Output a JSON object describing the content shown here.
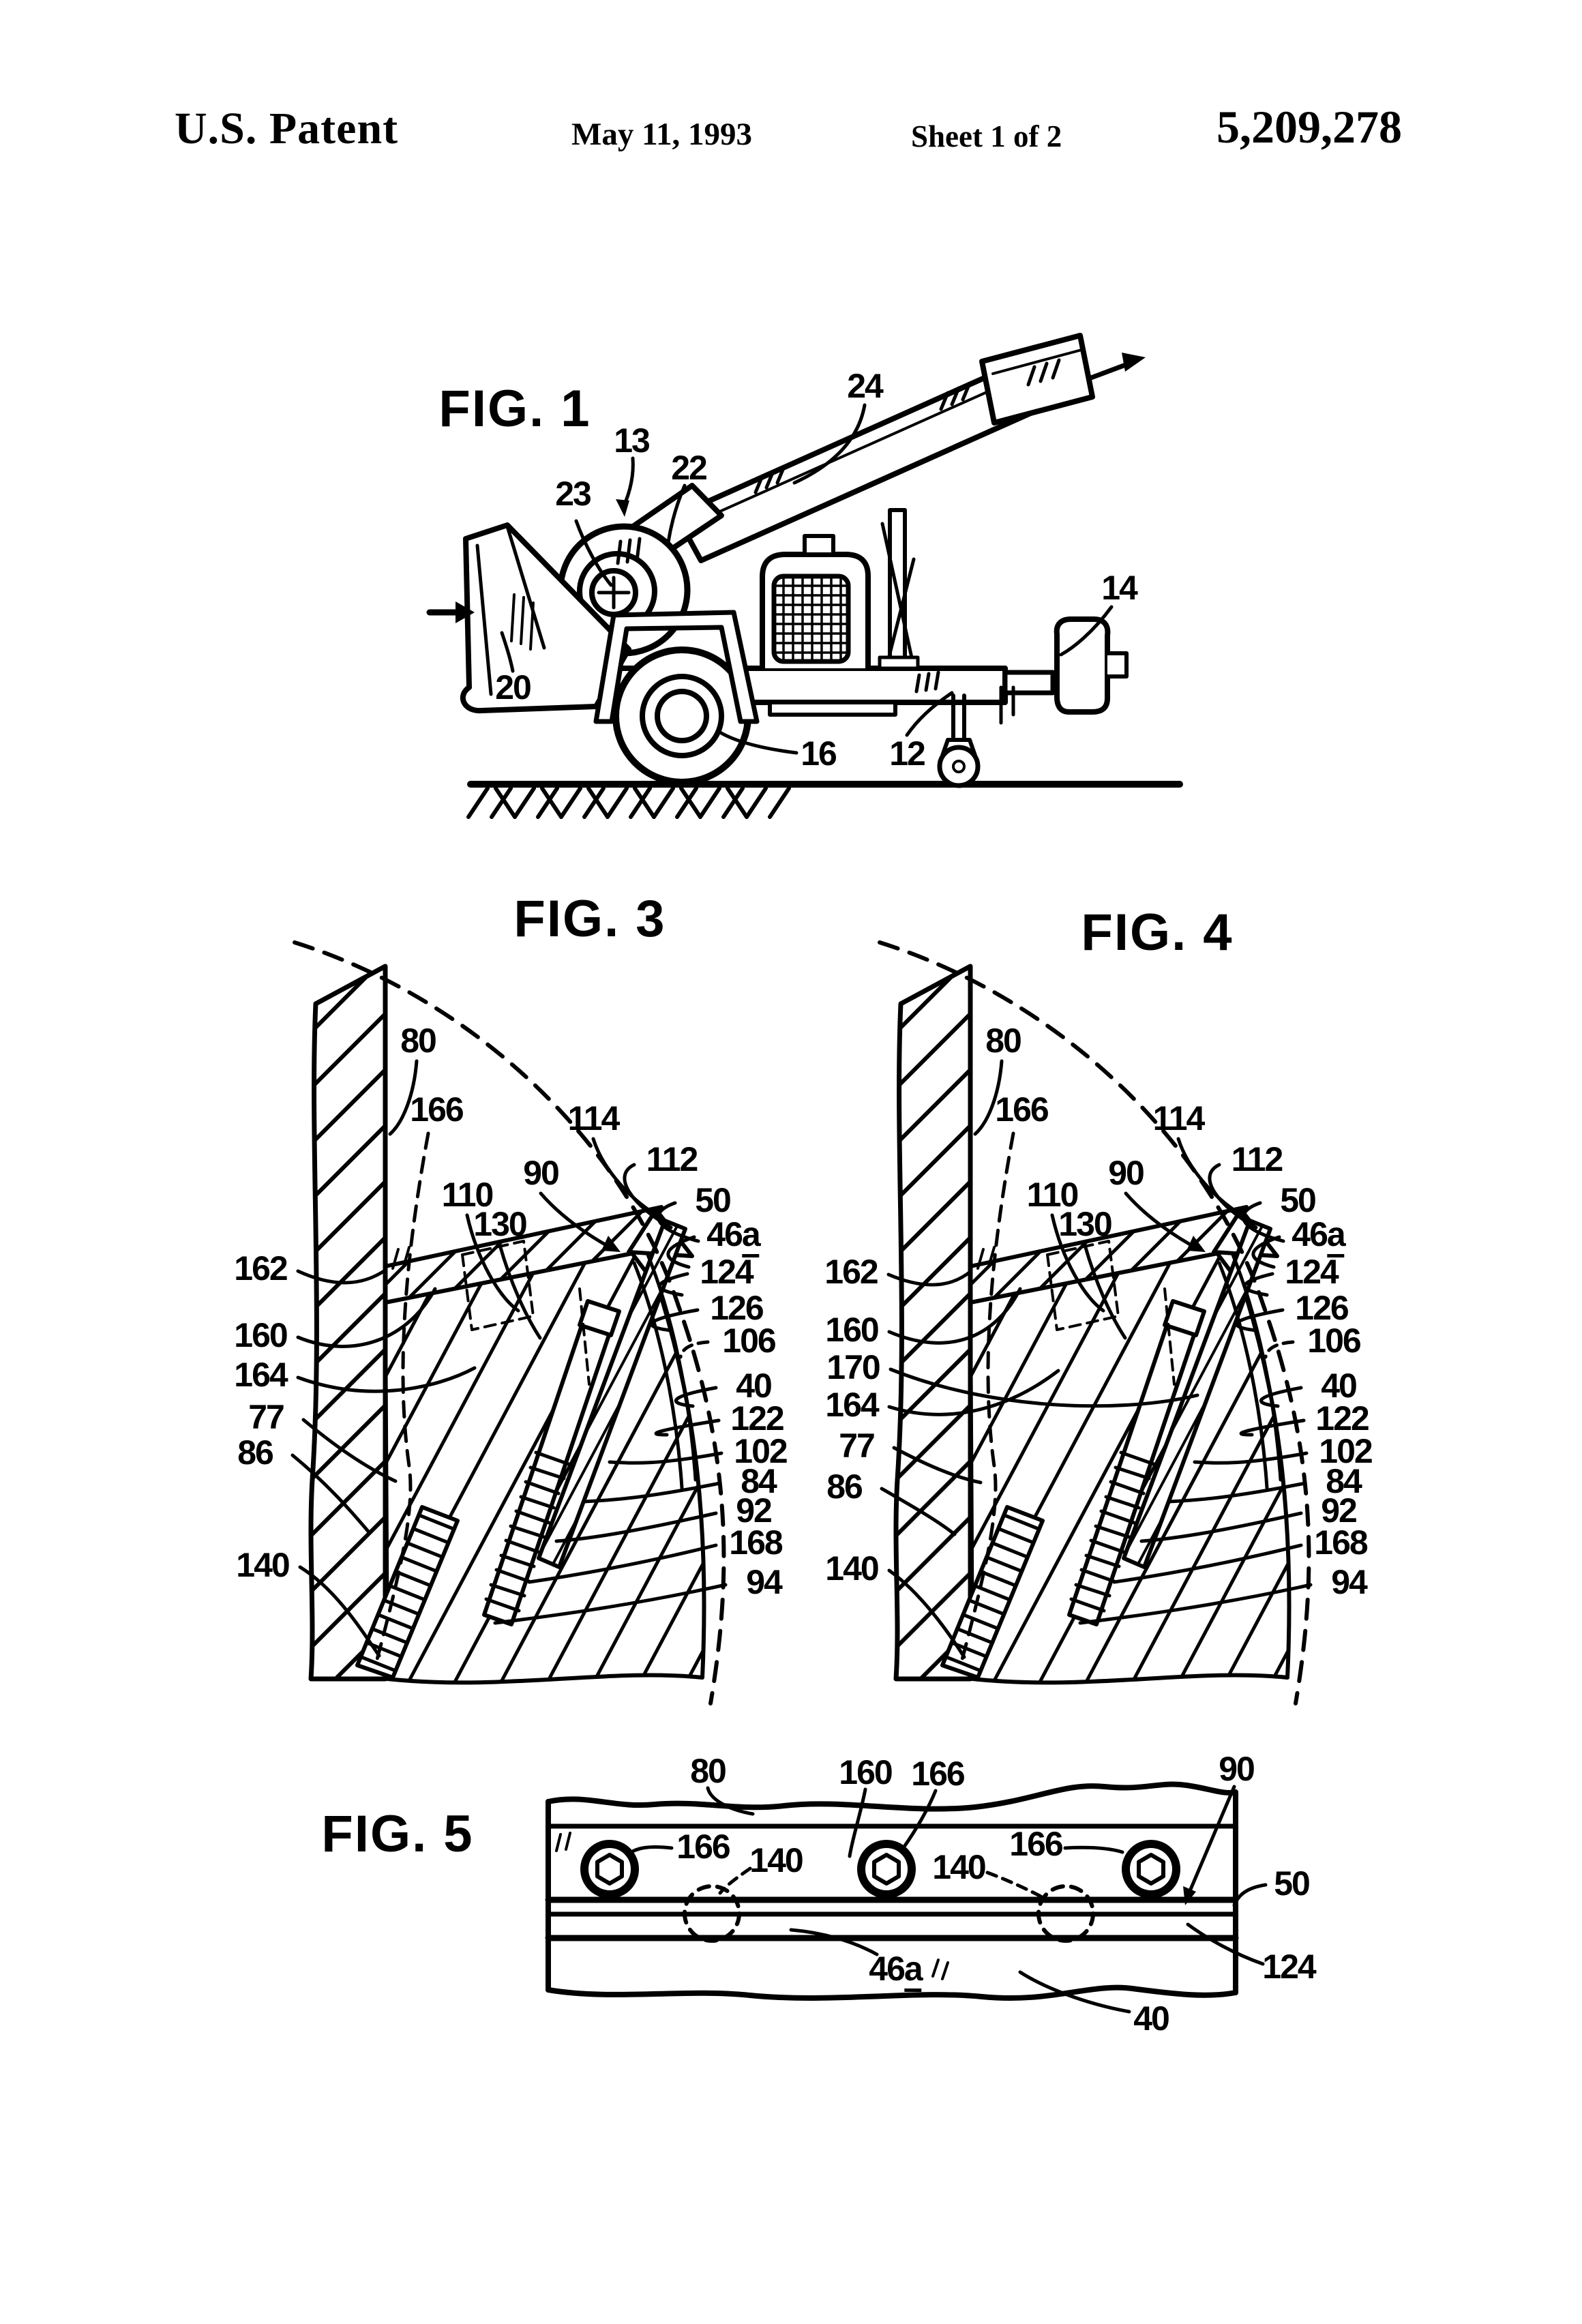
{
  "page": {
    "background": "#ffffff",
    "ink": "#000000"
  },
  "header": {
    "title": "U.S. Patent",
    "date": "May 11, 1993",
    "sheet": "Sheet 1 of 2",
    "patent_number": "5,209,278"
  },
  "fig1": {
    "title": "FIG. 1",
    "refs": {
      "r24": "24",
      "r13": "13",
      "r22": "22",
      "r23": "23",
      "r14": "14",
      "r20": "20",
      "r16": "16",
      "r12": "12"
    }
  },
  "fig3": {
    "title": "FIG. 3",
    "refs": {
      "r80": "80",
      "r166": "166",
      "r114": "114",
      "r90": "90",
      "r110": "110",
      "r130": "130",
      "r112": "112",
      "r50": "50",
      "r46_num": "46",
      "r46_suffix": "a",
      "r124": "124",
      "r126": "126",
      "r106": "106",
      "r162": "162",
      "r160": "160",
      "r164": "164",
      "r77": "77",
      "r86": "86",
      "r140": "140",
      "r40": "40",
      "r122": "122",
      "r102": "102",
      "r84": "84",
      "r92": "92",
      "r168": "168",
      "r94": "94"
    }
  },
  "fig4": {
    "title": "FIG. 4",
    "refs": {
      "r80": "80",
      "r166": "166",
      "r114": "114",
      "r90": "90",
      "r110": "110",
      "r130": "130",
      "r112": "112",
      "r50": "50",
      "r46_num": "46",
      "r46_suffix": "a",
      "r124": "124",
      "r126": "126",
      "r106": "106",
      "r162": "162",
      "r160": "160",
      "r170": "170",
      "r164": "164",
      "r77": "77",
      "r86": "86",
      "r140": "140",
      "r40": "40",
      "r122": "122",
      "r102": "102",
      "r84": "84",
      "r92": "92",
      "r168": "168",
      "r94": "94"
    }
  },
  "fig5": {
    "title": "FIG. 5",
    "refs": {
      "r80": "80",
      "r160": "160",
      "r166_top": "166",
      "r90": "90",
      "r166_left": "166",
      "r140_left": "140",
      "r140_right": "140",
      "r166_right": "166",
      "r50": "50",
      "r124": "124",
      "r46_num": "46",
      "r46_suffix": "a",
      "r40": "40"
    }
  }
}
